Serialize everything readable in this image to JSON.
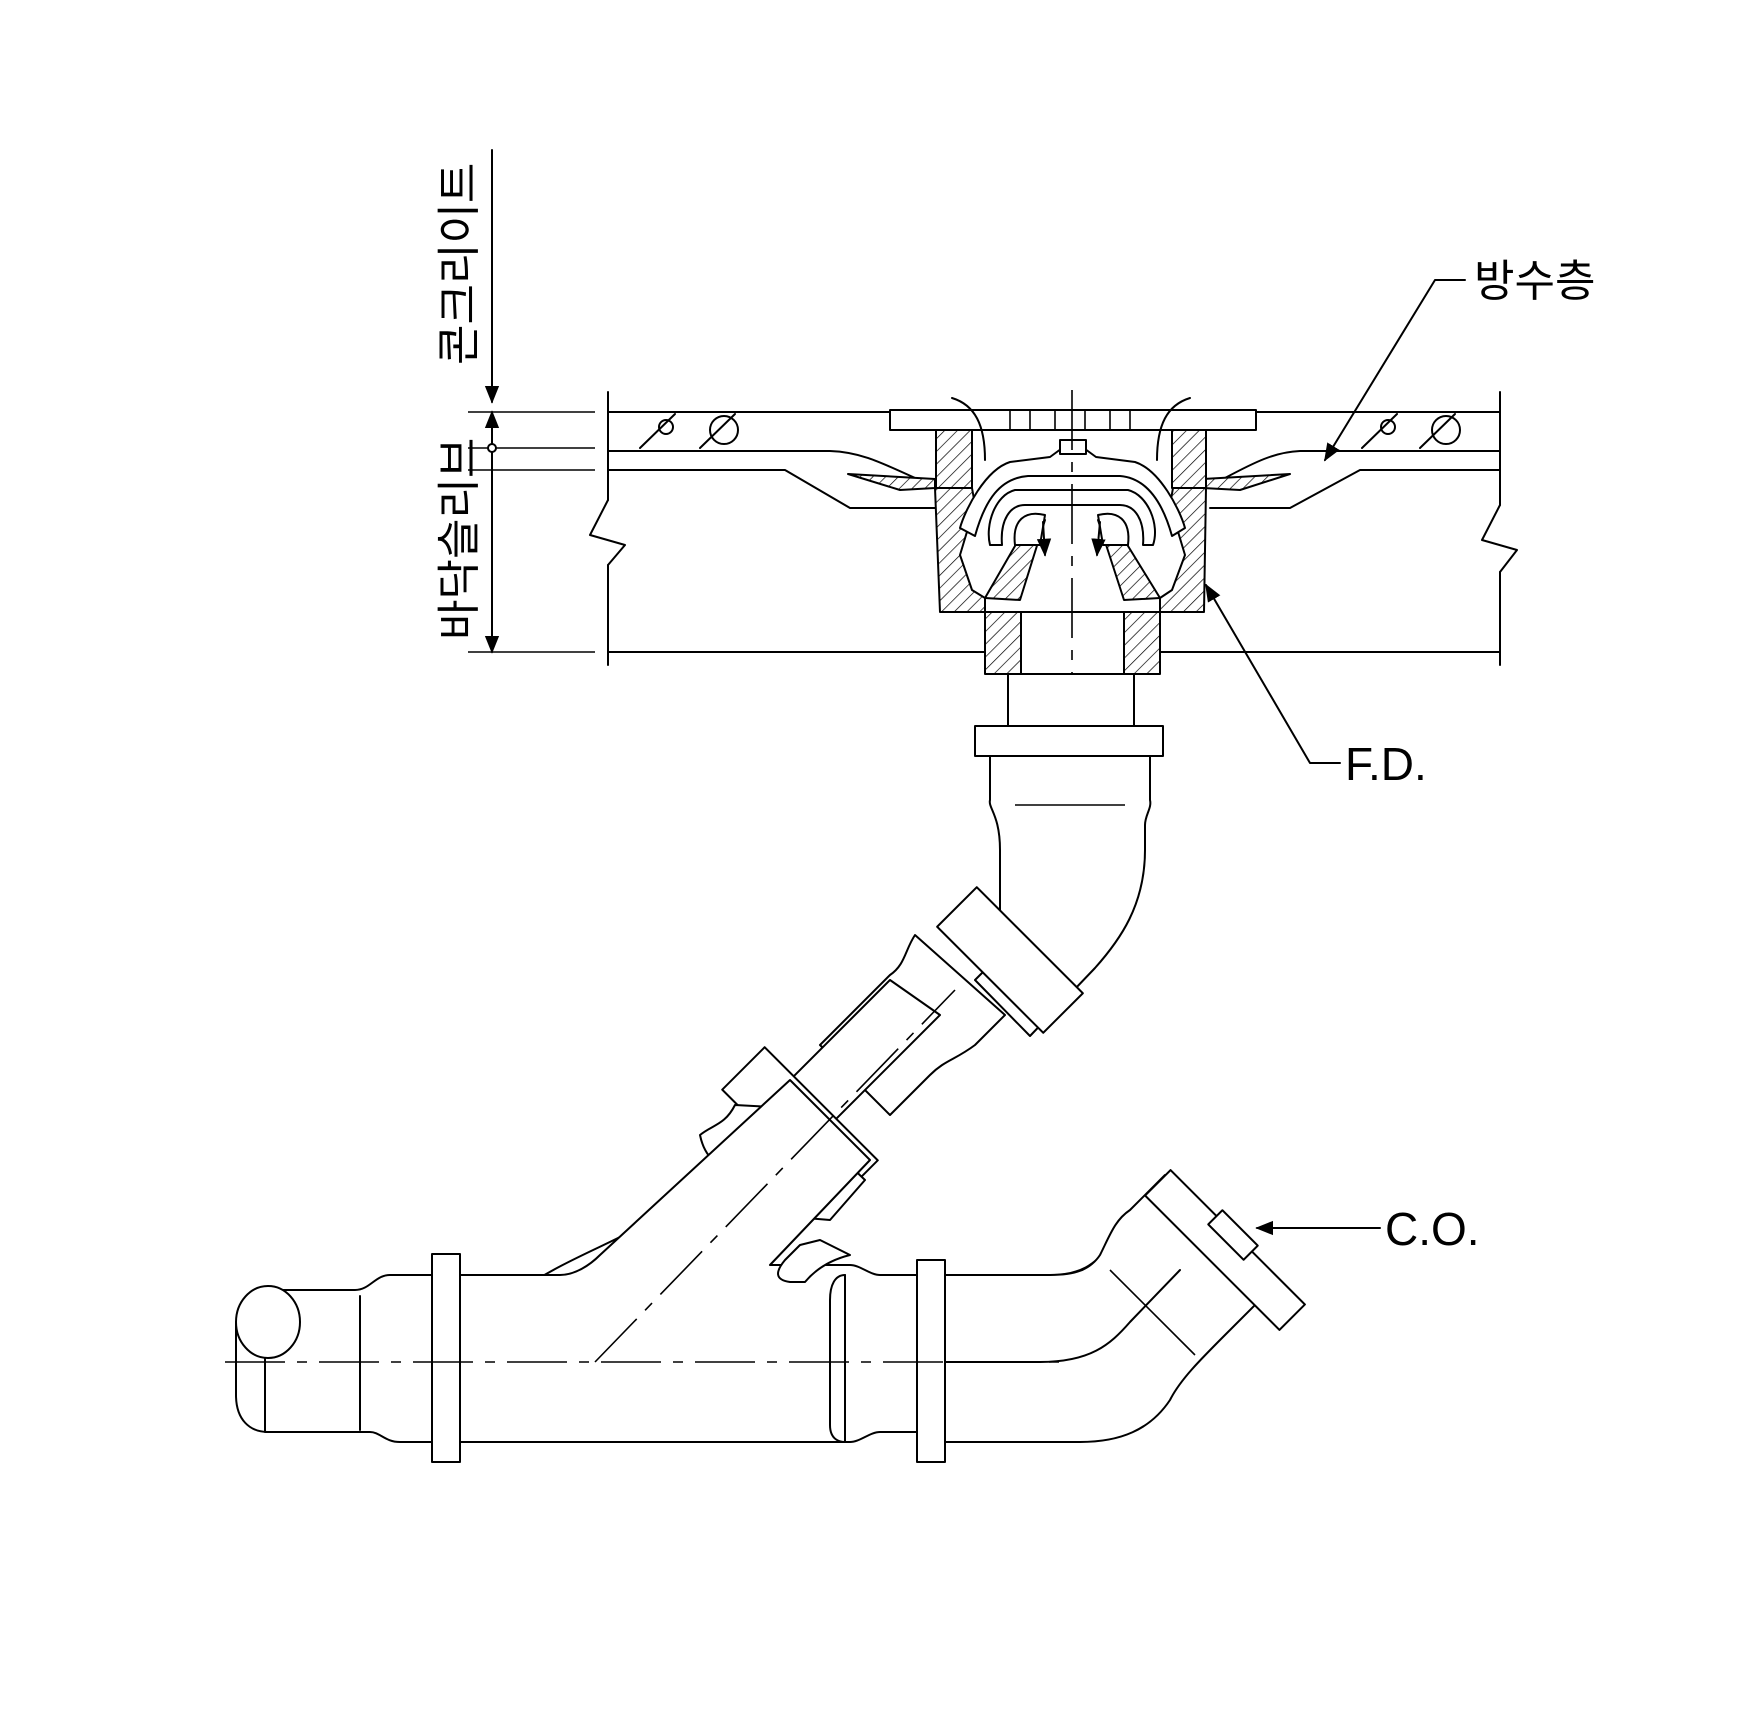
{
  "labels": {
    "concrete": "콘크리이트",
    "floor_slab": "바닥슬리브",
    "waterproof_layer": "방수층",
    "floor_drain": "F.D.",
    "cleanout": "C.O."
  },
  "colors": {
    "line": "#000000",
    "background": "#ffffff"
  }
}
